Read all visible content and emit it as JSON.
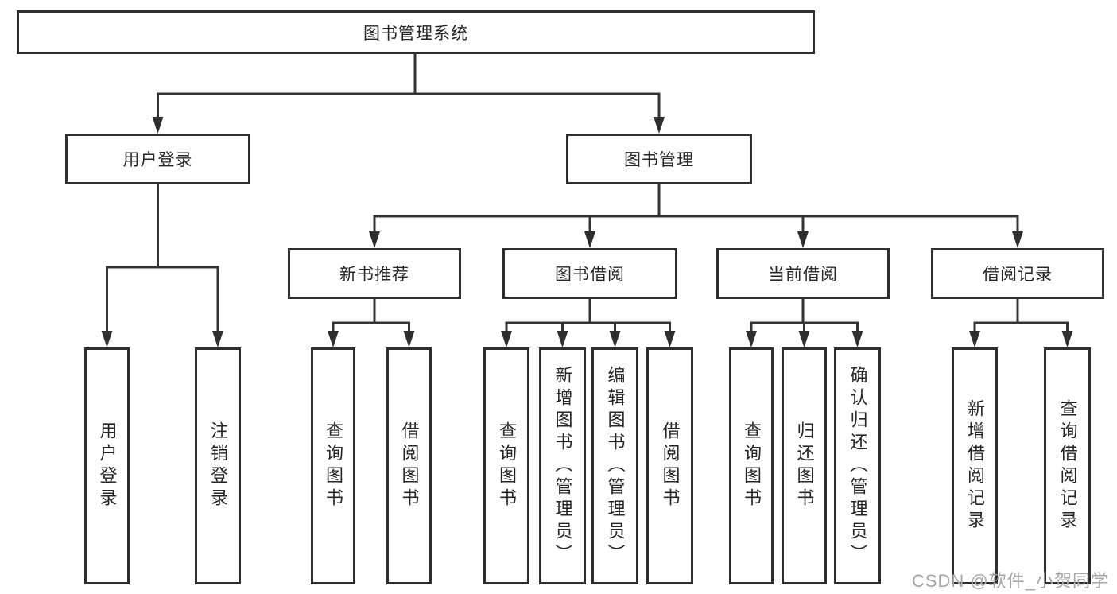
{
  "root": {
    "label": "图书管理系统"
  },
  "branches": [
    {
      "label": "用户登录",
      "leaves": [
        {
          "label": "用户登录"
        },
        {
          "label": "注销登录"
        }
      ]
    },
    {
      "label": "图书管理",
      "groups": [
        {
          "label": "新书推荐",
          "leaves": [
            {
              "label": "查询图书"
            },
            {
              "label": "借阅图书"
            }
          ]
        },
        {
          "label": "图书借阅",
          "leaves": [
            {
              "label": "查询图书"
            },
            {
              "label": "新增图书（管理员）"
            },
            {
              "label": "编辑图书（管理员）"
            },
            {
              "label": "借阅图书"
            }
          ]
        },
        {
          "label": "当前借阅",
          "leaves": [
            {
              "label": "查询图书"
            },
            {
              "label": "归还图书"
            },
            {
              "label": "确认归还（管理员）"
            }
          ]
        },
        {
          "label": "借阅记录",
          "leaves": [
            {
              "label": "新增借阅记录"
            },
            {
              "label": "查询借阅记录"
            }
          ]
        }
      ]
    }
  ],
  "watermark": {
    "text": "CSDN @软件_小贺同学"
  },
  "colors": {
    "background": "#ffffff",
    "border": "#2e2e2e",
    "line": "#343434",
    "text": "#262626",
    "watermark": "#a6a6a6"
  }
}
